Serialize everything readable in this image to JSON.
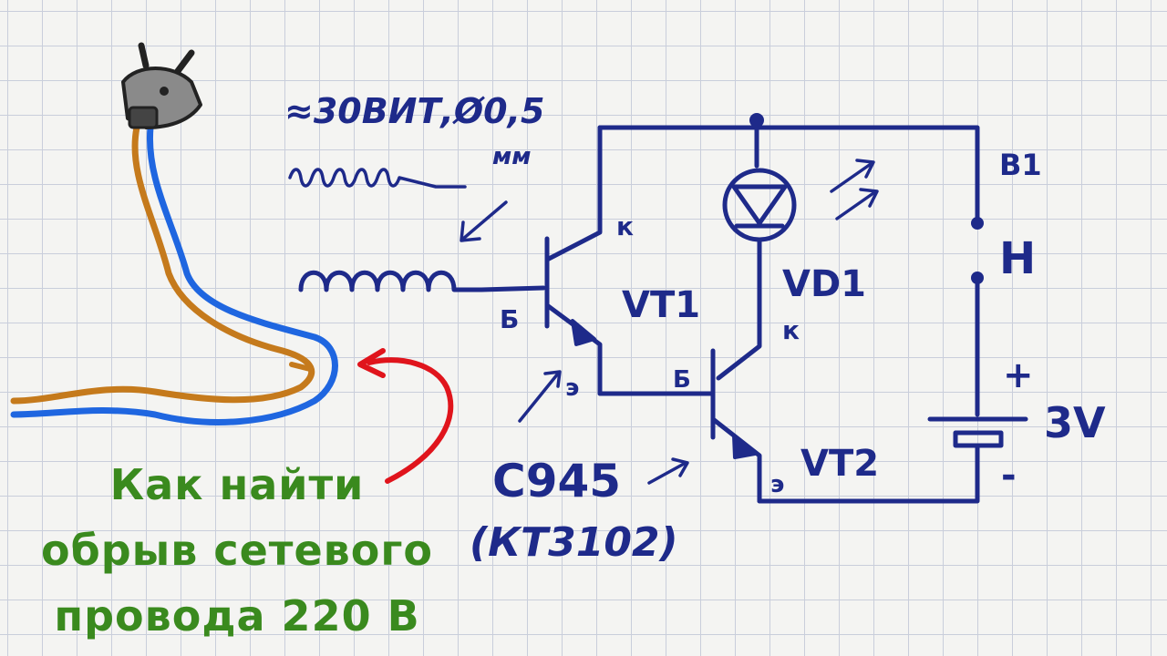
{
  "labels": {
    "winding": "≈30ВИТ,Ø0,5",
    "winding_unit": "мм",
    "k1": "к",
    "b1": "Б",
    "vt1": "VT1",
    "e1": "э",
    "vd1": "VD1",
    "k2": "к",
    "b2": "Б",
    "vt2": "VT2",
    "e2": "э",
    "b1_switch": "В1",
    "h_switch": "Н",
    "plus": "+",
    "minus": "-",
    "voltage": "3V",
    "transistor_model": "С945",
    "transistor_alt": "(КТ3102)"
  },
  "caption": {
    "line1": "Как найти",
    "line2": "обрыв сетевого",
    "line3": "провода 220 В"
  },
  "colors": {
    "ink": "#1e2a8a",
    "caption": "#3a8a1e",
    "arrow": "#e0141c",
    "wire_blue": "#1f66e0",
    "wire_brown": "#c57a1c"
  }
}
